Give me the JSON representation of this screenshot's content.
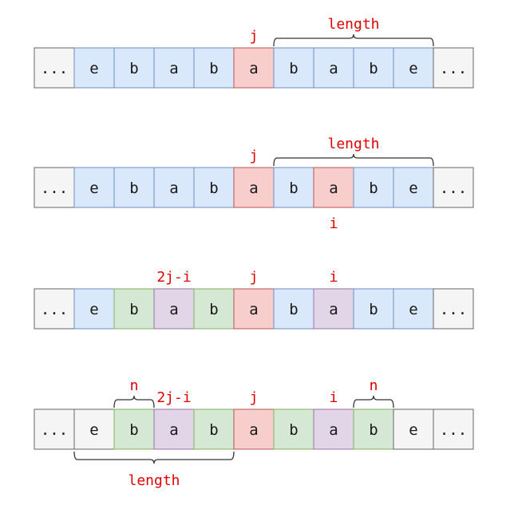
{
  "colors": {
    "gray_fill": "#f5f5f5",
    "gray_stroke": "#666666",
    "blue_fill": "#dae8fc",
    "blue_stroke": "#6c8ebf",
    "red_fill": "#f8cecc",
    "red_stroke": "#b85450",
    "green_fill": "#d5e8d4",
    "green_stroke": "#82b366",
    "purple_fill": "#e1d5e7",
    "purple_stroke": "#9673a6",
    "label": "#e00000",
    "brace": "#333333"
  },
  "rows": [
    {
      "cells": [
        {
          "text": "...",
          "color": "gray"
        },
        {
          "text": "e",
          "color": "blue"
        },
        {
          "text": "b",
          "color": "blue"
        },
        {
          "text": "a",
          "color": "blue"
        },
        {
          "text": "b",
          "color": "blue"
        },
        {
          "text": "a",
          "color": "red"
        },
        {
          "text": "b",
          "color": "blue"
        },
        {
          "text": "a",
          "color": "blue"
        },
        {
          "text": "b",
          "color": "blue"
        },
        {
          "text": "e",
          "color": "blue"
        },
        {
          "text": "...",
          "color": "gray"
        }
      ],
      "labels_above": [
        {
          "text": "j",
          "cell": 5
        }
      ],
      "labels_below": [],
      "braces": [
        {
          "label": "length",
          "from": 6,
          "to": 9,
          "side": "above"
        }
      ]
    },
    {
      "cells": [
        {
          "text": "...",
          "color": "gray"
        },
        {
          "text": "e",
          "color": "blue"
        },
        {
          "text": "b",
          "color": "blue"
        },
        {
          "text": "a",
          "color": "blue"
        },
        {
          "text": "b",
          "color": "blue"
        },
        {
          "text": "a",
          "color": "red"
        },
        {
          "text": "b",
          "color": "blue"
        },
        {
          "text": "a",
          "color": "red"
        },
        {
          "text": "b",
          "color": "blue"
        },
        {
          "text": "e",
          "color": "blue"
        },
        {
          "text": "...",
          "color": "gray"
        }
      ],
      "labels_above": [
        {
          "text": "j",
          "cell": 5
        }
      ],
      "labels_below": [
        {
          "text": "i",
          "cell": 7
        }
      ],
      "braces": [
        {
          "label": "length",
          "from": 6,
          "to": 9,
          "side": "above"
        }
      ]
    },
    {
      "cells": [
        {
          "text": "...",
          "color": "gray"
        },
        {
          "text": "e",
          "color": "blue"
        },
        {
          "text": "b",
          "color": "green"
        },
        {
          "text": "a",
          "color": "purple"
        },
        {
          "text": "b",
          "color": "green"
        },
        {
          "text": "a",
          "color": "red"
        },
        {
          "text": "b",
          "color": "blue"
        },
        {
          "text": "a",
          "color": "purple"
        },
        {
          "text": "b",
          "color": "blue"
        },
        {
          "text": "e",
          "color": "blue"
        },
        {
          "text": "...",
          "color": "gray"
        }
      ],
      "labels_above": [
        {
          "text": "2j-i",
          "cell": 3
        },
        {
          "text": "j",
          "cell": 5
        },
        {
          "text": "i",
          "cell": 7
        }
      ],
      "labels_below": [],
      "braces": []
    },
    {
      "cells": [
        {
          "text": "...",
          "color": "gray"
        },
        {
          "text": "e",
          "color": "gray"
        },
        {
          "text": "b",
          "color": "green"
        },
        {
          "text": "a",
          "color": "purple"
        },
        {
          "text": "b",
          "color": "green"
        },
        {
          "text": "a",
          "color": "red"
        },
        {
          "text": "b",
          "color": "green"
        },
        {
          "text": "a",
          "color": "purple"
        },
        {
          "text": "b",
          "color": "green"
        },
        {
          "text": "e",
          "color": "gray"
        },
        {
          "text": "...",
          "color": "gray"
        }
      ],
      "labels_above": [
        {
          "text": "2j-i",
          "cell": 3
        },
        {
          "text": "j",
          "cell": 5
        },
        {
          "text": "i",
          "cell": 7
        }
      ],
      "labels_below": [],
      "braces": [
        {
          "label": "n",
          "from": 2,
          "to": 2,
          "side": "above"
        },
        {
          "label": "n",
          "from": 8,
          "to": 8,
          "side": "above"
        },
        {
          "label": "length",
          "from": 1,
          "to": 4,
          "side": "below"
        }
      ]
    }
  ]
}
